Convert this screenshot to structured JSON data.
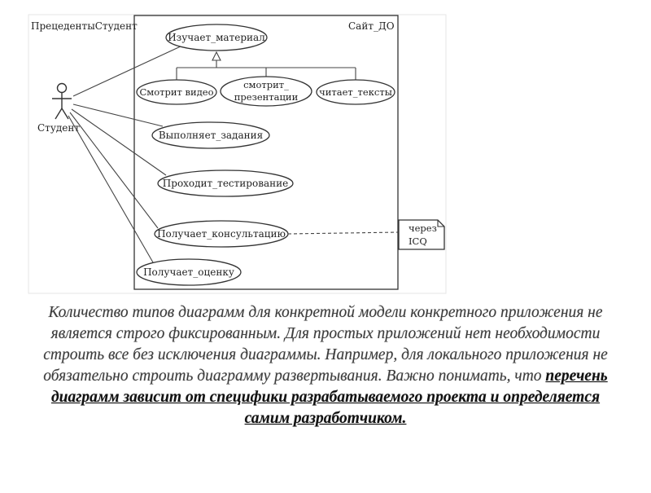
{
  "diagram": {
    "frame_label": "ПрецедентыСтудент",
    "system_name": "Сайт_ДО",
    "actor_name": "Студент",
    "use_cases": {
      "studies": "Изучает_материал",
      "watches_video": "Смотрит видео",
      "watches_presentation_line1": "смотрит_",
      "watches_presentation_line2": "презентации",
      "reads_texts": "читает_тексты",
      "does_tasks": "Выполняет_задания",
      "takes_test": "Проходит_тестирование",
      "consultation": "Получает_консультацию",
      "gets_grade": "Получает_оценку"
    },
    "note_line1": "через",
    "note_line2": "ICQ"
  },
  "caption": {
    "normal": "Количество типов диаграмм для конкретной модели конкретного приложения не является строго фиксированным. Для простых приложений нет необходимости строить все без исключения диаграммы. Например, для локального приложения не обязательно строить диаграмму развертывания. Важно понимать, что ",
    "emphasis": "перечень диаграмм зависит от специфики разрабатываемого проекта и определяется самим разработчиком."
  }
}
